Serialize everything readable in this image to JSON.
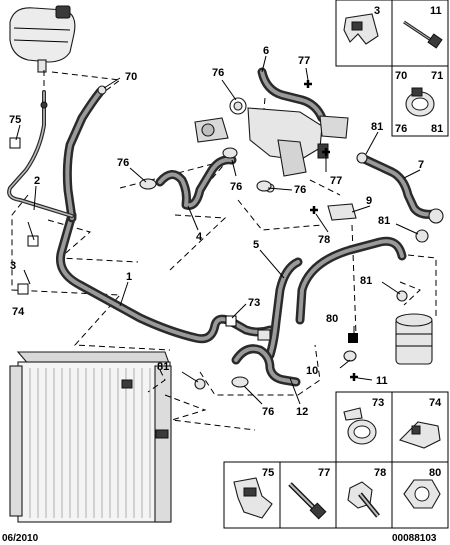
{
  "labels": {
    "n1": "1",
    "n2": "2",
    "n3": "3",
    "n4": "4",
    "n5": "5",
    "n6": "6",
    "n7": "7",
    "n9": "9",
    "n10": "10",
    "n11": "11",
    "n12": "12",
    "n70": "70",
    "n73": "73",
    "n74": "74",
    "n75": "75",
    "n76": "76",
    "n77": "77",
    "n78": "78",
    "n80": "80",
    "n81": "81"
  },
  "legend": {
    "b3": "3",
    "b11": "11",
    "b70": "70",
    "b71": "71",
    "b76": "76",
    "b81": "81",
    "b73": "73",
    "b74": "74",
    "b75": "75",
    "b77": "77",
    "b78": "78",
    "b80": "80"
  },
  "footer": {
    "date": "06/2010",
    "code": "00088103"
  }
}
